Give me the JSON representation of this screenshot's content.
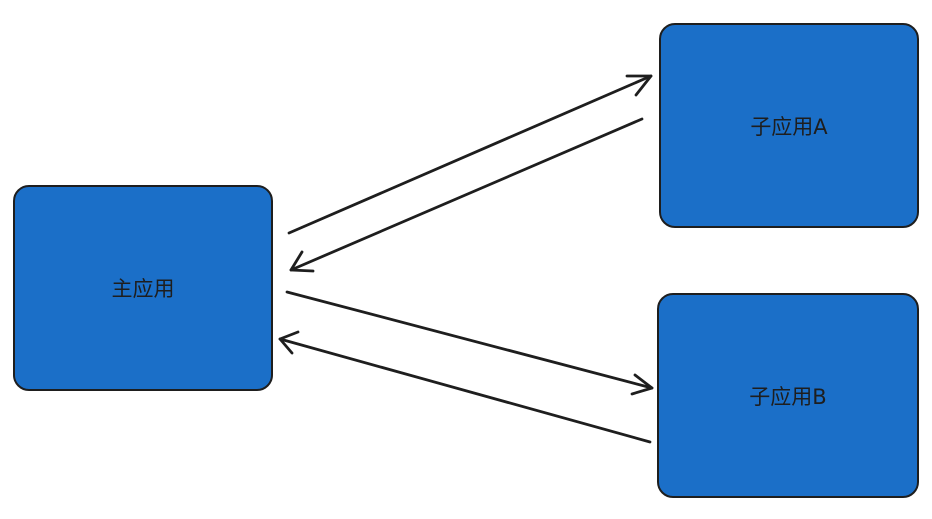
{
  "colors": {
    "box_fill": "#1b6fc8",
    "stroke": "#1e1e1e",
    "text": "#1e1e1e"
  },
  "nodes": {
    "main": {
      "label": "主应用"
    },
    "app_a": {
      "label": "子应用A"
    },
    "app_b": {
      "label": "子应用B"
    }
  },
  "edges": [
    {
      "from": "main",
      "to": "app_a"
    },
    {
      "from": "app_a",
      "to": "main"
    },
    {
      "from": "main",
      "to": "app_b"
    },
    {
      "from": "app_b",
      "to": "main"
    }
  ]
}
